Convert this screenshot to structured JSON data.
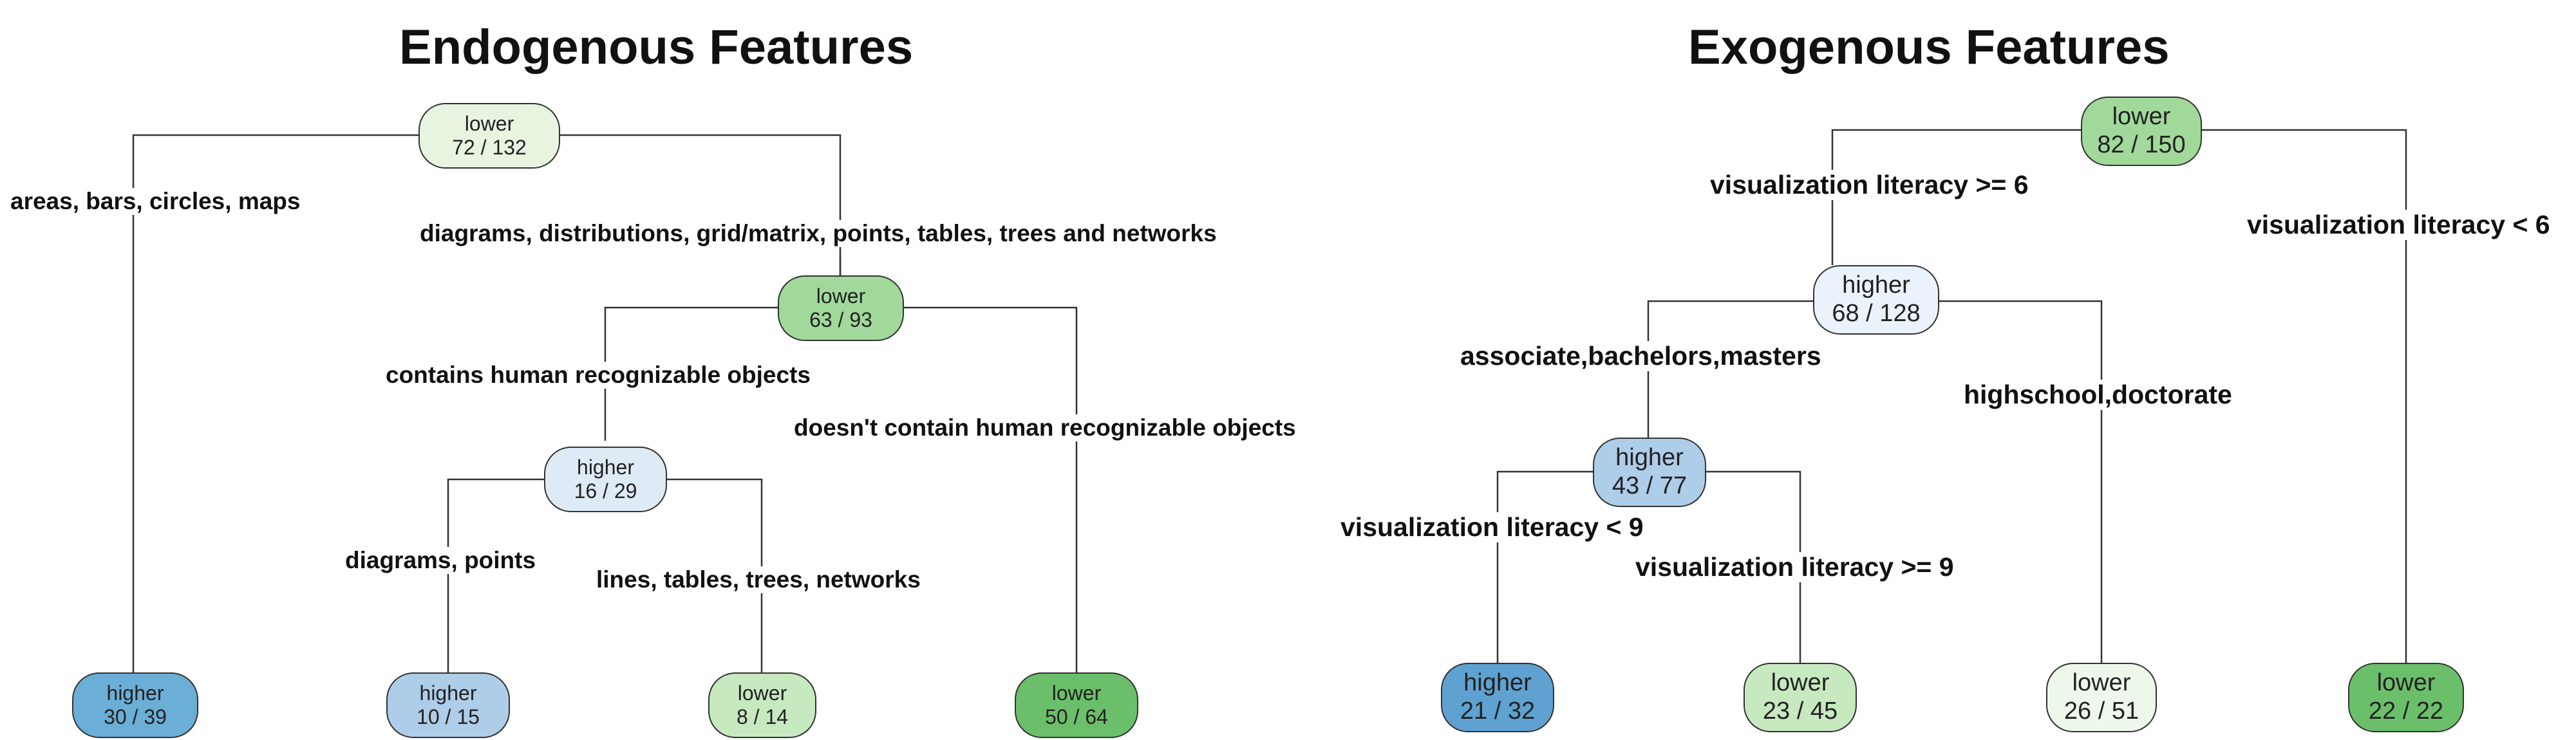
{
  "left_tree": {
    "title": "Endogenous Features",
    "nodes": [
      {
        "id": "l0",
        "label": "lower",
        "count": "72 / 132",
        "color": "#e6f4e0"
      },
      {
        "id": "l1",
        "label": "higher",
        "count": "30 / 39",
        "color": "#6baed6"
      },
      {
        "id": "l2",
        "label": "lower",
        "count": "63 / 93",
        "color": "#a1d99b"
      },
      {
        "id": "l3",
        "label": "higher",
        "count": "16 / 29",
        "color": "#deebf7"
      },
      {
        "id": "l4",
        "label": "lower",
        "count": "50 / 64",
        "color": "#6cbf6a"
      },
      {
        "id": "l5",
        "label": "higher",
        "count": "10 / 15",
        "color": "#aecde9"
      },
      {
        "id": "l6",
        "label": "lower",
        "count": "8 / 14",
        "color": "#c7e9c0"
      }
    ],
    "edge_labels": [
      {
        "id": "e1",
        "text": "areas, bars, circles, maps"
      },
      {
        "id": "e2",
        "text": "diagrams, distributions, grid/matrix, points, tables, trees and networks"
      },
      {
        "id": "e3",
        "text": "contains human recognizable objects"
      },
      {
        "id": "e4",
        "text": "doesn't contain human recognizable objects"
      },
      {
        "id": "e5",
        "text": "diagrams, points"
      },
      {
        "id": "e6",
        "text": "lines, tables, trees, networks"
      }
    ]
  },
  "right_tree": {
    "title": "Exogenous Features",
    "nodes": [
      {
        "id": "r0",
        "label": "lower",
        "count": "82 / 150",
        "color": "#a1d99b"
      },
      {
        "id": "r1",
        "label": "higher",
        "count": "68 / 128",
        "color": "#eaf2fb"
      },
      {
        "id": "r2",
        "label": "lower",
        "count": "22 / 22",
        "color": "#6cbf6a"
      },
      {
        "id": "r3",
        "label": "higher",
        "count": "43 / 77",
        "color": "#aecde9"
      },
      {
        "id": "r4",
        "label": "lower",
        "count": "26 / 51",
        "color": "#eef8ea"
      },
      {
        "id": "r5",
        "label": "higher",
        "count": "21 / 32",
        "color": "#5fa2d1"
      },
      {
        "id": "r6",
        "label": "lower",
        "count": "23 / 45",
        "color": "#c7e9c0"
      }
    ],
    "edge_labels": [
      {
        "id": "f1",
        "text": "visualization literacy >= 6"
      },
      {
        "id": "f2",
        "text": "visualization literacy < 6"
      },
      {
        "id": "f3",
        "text": "associate,bachelors,masters"
      },
      {
        "id": "f4",
        "text": "highschool,doctorate"
      },
      {
        "id": "f5",
        "text": "visualization literacy < 9"
      },
      {
        "id": "f6",
        "text": "visualization literacy >= 9"
      }
    ]
  }
}
